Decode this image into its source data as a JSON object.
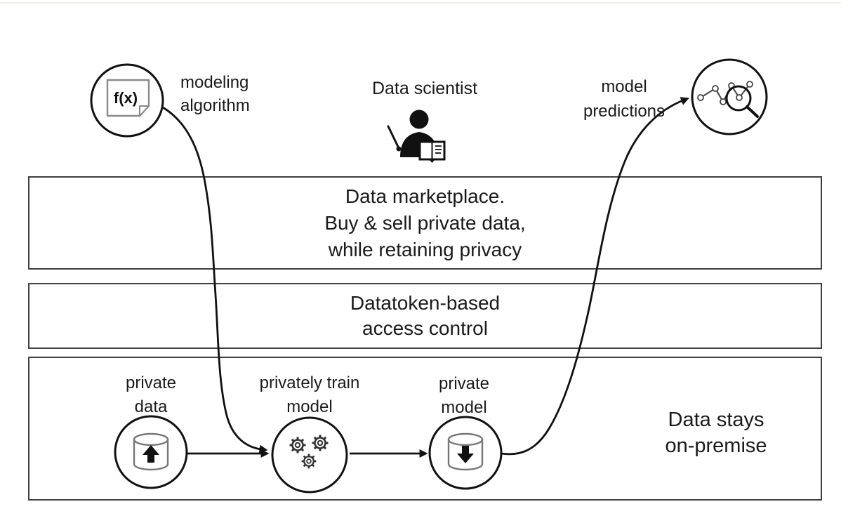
{
  "nodes": {
    "modeling_algorithm": {
      "label": "modeling\nalgorithm",
      "doc_text": "f(x)",
      "icon": "document-fx-icon"
    },
    "data_scientist": {
      "label": "Data scientist",
      "icon": "person-with-book-icon"
    },
    "model_predictions": {
      "label": "model\npredictions",
      "icon": "chart-magnifier-icon"
    },
    "private_data": {
      "label": "private\ndata",
      "icon": "database-upload-icon"
    },
    "privately_train_model": {
      "label": "privately train\nmodel",
      "icon": "gears-icon"
    },
    "private_model": {
      "label": "private\nmodel",
      "icon": "database-download-icon"
    }
  },
  "bands": {
    "marketplace": {
      "text": "Data marketplace.\nBuy & sell private data,\nwhile retaining privacy"
    },
    "datatoken": {
      "text": "Datatoken-based\naccess control"
    },
    "on_premise": {
      "note": "Data stays\non-premise"
    }
  },
  "arrows": [
    {
      "name": "algorithm-to-training",
      "from": "modeling_algorithm",
      "to": "privately_train_model"
    },
    {
      "name": "data-to-training",
      "from": "private_data",
      "to": "privately_train_model"
    },
    {
      "name": "training-to-model",
      "from": "privately_train_model",
      "to": "private_model"
    },
    {
      "name": "model-to-predictions",
      "from": "private_model",
      "to": "model_predictions"
    }
  ],
  "colors": {
    "stroke": "#111111",
    "band_border": "#414141",
    "text": "#1a1a1a",
    "icon_gray": "#777777",
    "gear_gray": "#333333",
    "top_rule": "#f2eceb",
    "background": "#ffffff"
  }
}
